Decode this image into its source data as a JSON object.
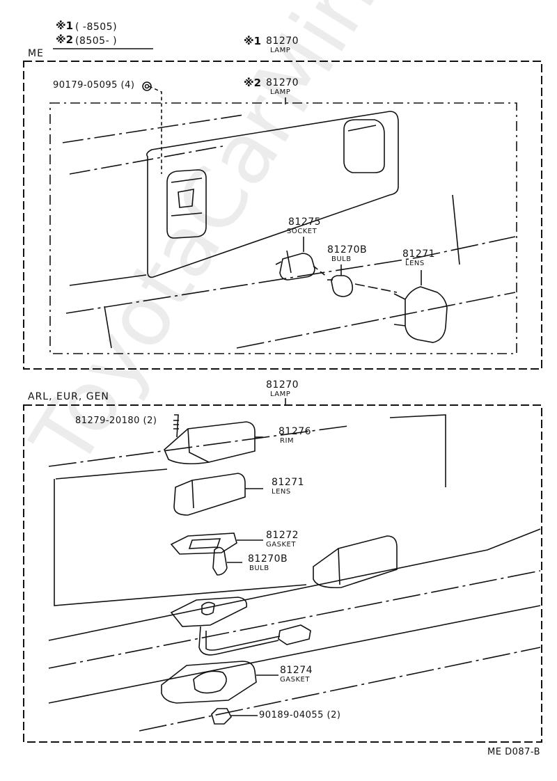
{
  "legend": {
    "line1_mark": "※1",
    "line1_text": "(      -8505)",
    "line2_mark": "※2",
    "line2_text": "(8505-      )"
  },
  "top_section": {
    "header": "ME",
    "lamp1_mark": "※1",
    "lamp1_number": "81270",
    "lamp1_name": "LAMP",
    "lamp2_mark": "※2",
    "lamp2_number": "81270",
    "lamp2_name": "LAMP",
    "screw": "90179-05095 (4)",
    "socket_number": "81275",
    "socket_name": "SOCKET",
    "bulb_number": "81270B",
    "bulb_name": "BULB",
    "lens_number": "81271",
    "lens_name": "LENS"
  },
  "bottom_section": {
    "header": "ARL, EUR, GEN",
    "lamp_number": "81270",
    "lamp_name": "LAMP",
    "screw": "81279-20180 (2)",
    "rim_number": "81276",
    "rim_name": "RIM",
    "lens_number": "81271",
    "lens_name": "LENS",
    "gasket_number": "81272",
    "gasket_name": "GASKET",
    "bulb_number": "81270B",
    "bulb_name": "BULB",
    "gasket2_number": "81274",
    "gasket2_name": "GASKET",
    "nut": "90189-04055 (2)"
  },
  "footer": {
    "code": "ME  D087-B"
  },
  "watermark": "ToyotaCarMine.ru"
}
